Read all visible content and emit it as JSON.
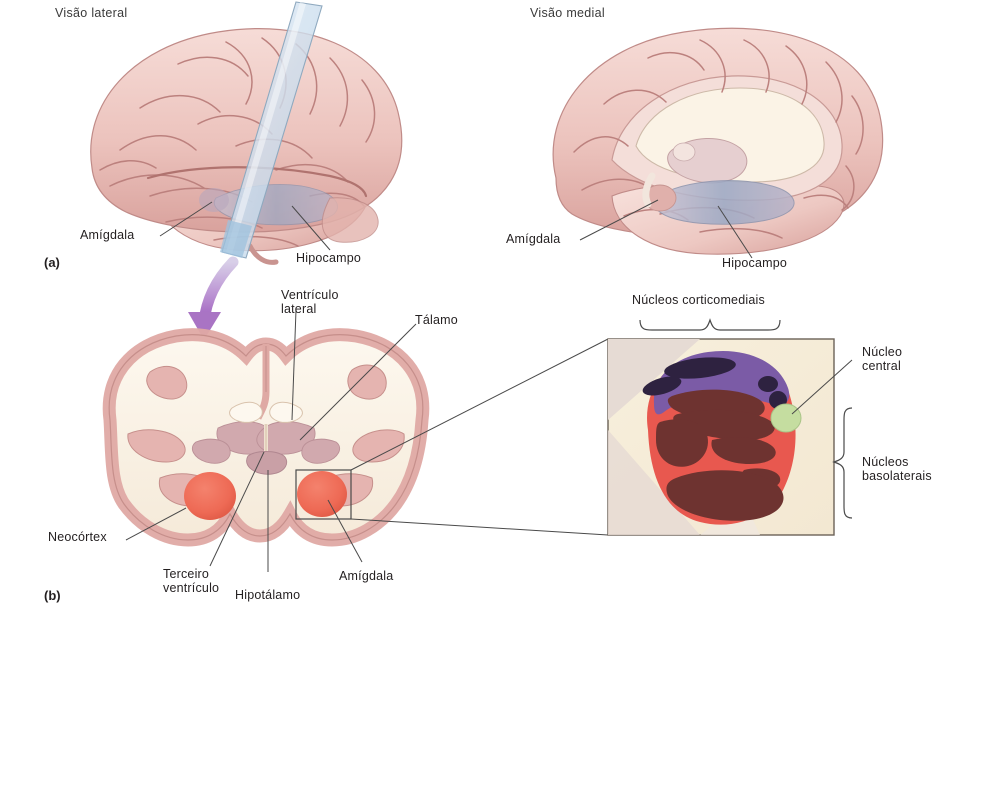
{
  "figure": {
    "title_lateral": "Visão lateral",
    "title_medial": "Visão medial",
    "panel_a_tag": "(a)",
    "panel_b_tag": "(b)"
  },
  "panel_a": {
    "labels": {
      "amygdala": "Amígdala",
      "hippocampus": "Hipocampo"
    }
  },
  "panel_a_medial": {
    "labels": {
      "amygdala": "Amígdala",
      "hippocampus": "Hipocampo"
    }
  },
  "panel_b": {
    "labels": {
      "lateral_ventricle_line1": "Ventrículo",
      "lateral_ventricle_line2": "lateral",
      "thalamus": "Tálamo",
      "neocortex": "Neocórtex",
      "third_ventricle_line1": "Terceiro",
      "third_ventricle_line2": "ventrículo",
      "hypothalamus": "Hipotálamo",
      "amygdala": "Amígdala"
    }
  },
  "inset": {
    "labels": {
      "corticomedial": "Núcleos corticomediais",
      "central_line1": "Núcleo",
      "central_line2": "central",
      "basolateral_line1": "Núcleos",
      "basolateral_line2": "basolaterais"
    }
  },
  "colors": {
    "cortex_pink": "#e8b8b4",
    "cortex_pink_dark": "#c98f8c",
    "white_matter": "#faf3e8",
    "deep_rose": "#c9a0a6",
    "amygdala_red": "#ef6a55",
    "inset_bg": "#f6eedb",
    "inset_body": "#e8584f",
    "inset_nuclei": "#6e3330",
    "inset_purple": "#7b5ba6",
    "inset_dark_blob": "#2e2240",
    "inset_green": "#c5dda0",
    "plane_blue": "#cfe0ef",
    "arrow_purple": "#a974c4",
    "leader": "#4a4a4a",
    "hippocampus_blue": "#a8b6cd"
  }
}
